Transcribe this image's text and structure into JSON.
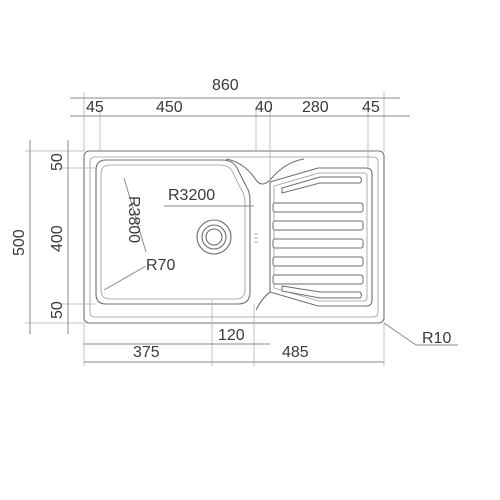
{
  "dimensions": {
    "overall_width": "860",
    "left_margin": "45",
    "bowl_section": "450",
    "divider": "40",
    "drainboard_section": "280",
    "right_margin": "45",
    "overall_depth": "500",
    "top_margin": "50",
    "inner_depth": "400",
    "bottom_margin": "50",
    "bottom_left": "375",
    "bottom_center": "120",
    "bottom_right": "485"
  },
  "radii": {
    "bowl_long": "R3200",
    "bowl_short": "R3800",
    "corner_inner": "R70",
    "corner_outer": "R10"
  },
  "drainboard": {
    "ribs": 7
  },
  "colors": {
    "line": "#707070",
    "text": "#3a3a3a",
    "background": "#ffffff"
  }
}
